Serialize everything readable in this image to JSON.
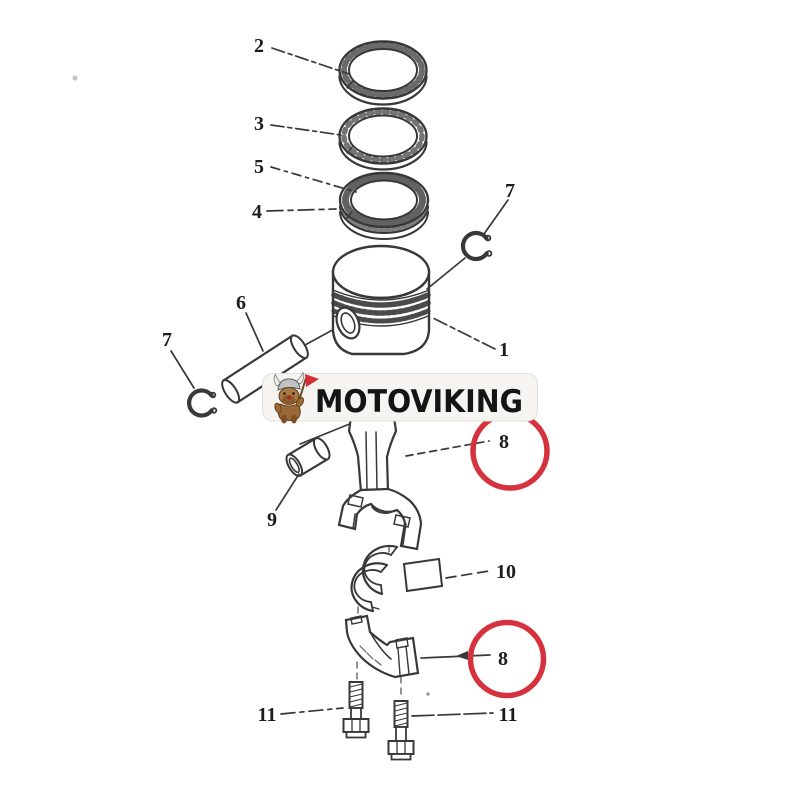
{
  "brand": {
    "name": "MOTOVIKING",
    "mascot": "viking-dog-mascot"
  },
  "colors": {
    "highlight_red": "#d5323e",
    "ink": "#2e2e2e",
    "logo_bg": "#f5f4f1"
  },
  "callouts": {
    "ring_top": "2",
    "ring_second": "3",
    "ring_oil_expander": "5",
    "ring_oil": "4",
    "snap_ring_right": "7",
    "snap_ring_left": "7",
    "piston": "1",
    "piston_pin": "6",
    "small_end_bushing": "9",
    "highlight_top": "8",
    "bearing_shell": "10",
    "highlight_bottom": "8",
    "rod_bolt_left": "11",
    "rod_bolt_right": "11"
  }
}
